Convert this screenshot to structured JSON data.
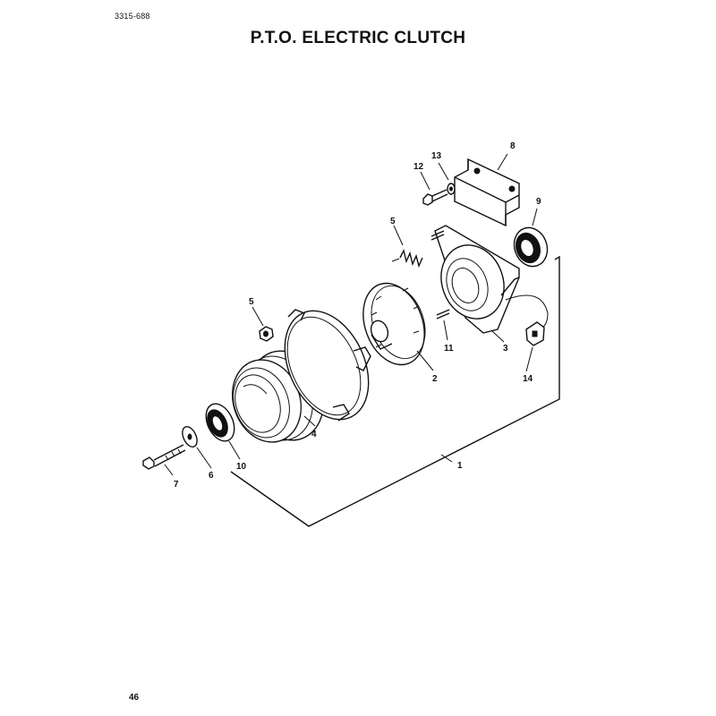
{
  "header": {
    "doc_code": "3315-688",
    "title": "P.T.O. ELECTRIC CLUTCH"
  },
  "page_number": "46",
  "callouts": [
    "1",
    "2",
    "3",
    "4",
    "5",
    "5",
    "6",
    "7",
    "8",
    "9",
    "10",
    "11",
    "12",
    "13",
    "14"
  ]
}
